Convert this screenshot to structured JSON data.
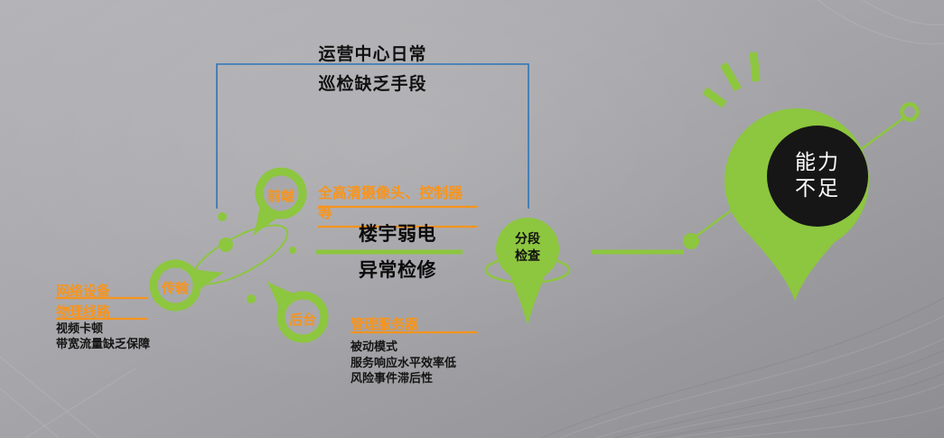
{
  "colors": {
    "green": "#8dc63f",
    "orange": "#f7941d",
    "blue": "#2e74b5",
    "dark_text": "#111111",
    "result_circle_fill": "#161616",
    "result_text": "#ffffff",
    "background_gray": "#a4a4a8"
  },
  "annotation": {
    "line1": "运营中心日常",
    "line2": "巡检缺乏手段"
  },
  "center_title": {
    "line1": "楼宇弱电",
    "line2": "异常检修"
  },
  "pins": {
    "front": {
      "label": "前端",
      "desc": "全高清摄像头、控制器等"
    },
    "transmission": {
      "label": "传输",
      "desc1": "网络设备",
      "desc2": "物理线路",
      "issues": [
        "视频卡顿",
        "带宽流量缺乏保障"
      ]
    },
    "backend": {
      "label": "后台",
      "desc": "管理服务器",
      "issues": [
        "被动模式",
        "服务响应水平效率低",
        "风险事件滞后性"
      ]
    },
    "segment": {
      "line1": "分段",
      "line2": "检查"
    },
    "result": {
      "line1": "能力",
      "line2": "不足"
    }
  }
}
